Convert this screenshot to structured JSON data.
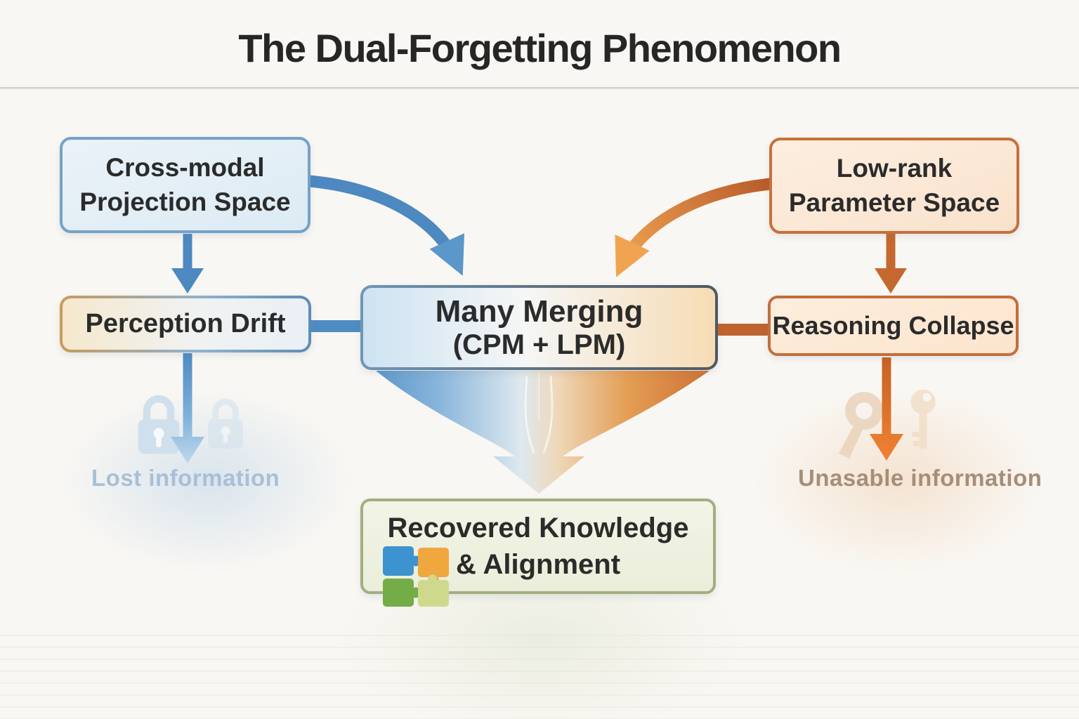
{
  "title": "The Dual-Forgetting Phenomenon",
  "nodes": {
    "cross_modal": {
      "line1": "Cross-modal",
      "line2": "Projection Space"
    },
    "low_rank": {
      "line1": "Low-rank",
      "line2": "Parameter Space"
    },
    "perception_drift": {
      "label": "Perception Drift"
    },
    "merging": {
      "line1": "Many Merging",
      "line2": "(CPM + LPM)"
    },
    "reasoning_collapse": {
      "label": "Reasoning Collapse"
    },
    "recovered": {
      "line1": "Recovered Knowledge",
      "line2": "& Alignment"
    }
  },
  "annotations": {
    "lost": "Lost information",
    "unusable": "Unasable information"
  },
  "icons": {
    "left_decoration": "lock-icon",
    "right_decoration": "key-icon",
    "recovered_badge": "puzzle-icon"
  },
  "colors": {
    "background": "#f9f7f3",
    "title_text": "#262626",
    "blue_accent": "#4d88c0",
    "orange_accent": "#c5682f",
    "blue_box_border": "#73a2cb",
    "orange_box_border": "#c6703c",
    "green_box_border": "#a2ae83",
    "lost_text": "#a9bfd7",
    "unusable_text": "#a68e79",
    "puzzle_blue": "#3d93cf",
    "puzzle_orange": "#f0a73e",
    "puzzle_green": "#74ac47",
    "puzzle_yellow_green": "#cfd98e"
  }
}
